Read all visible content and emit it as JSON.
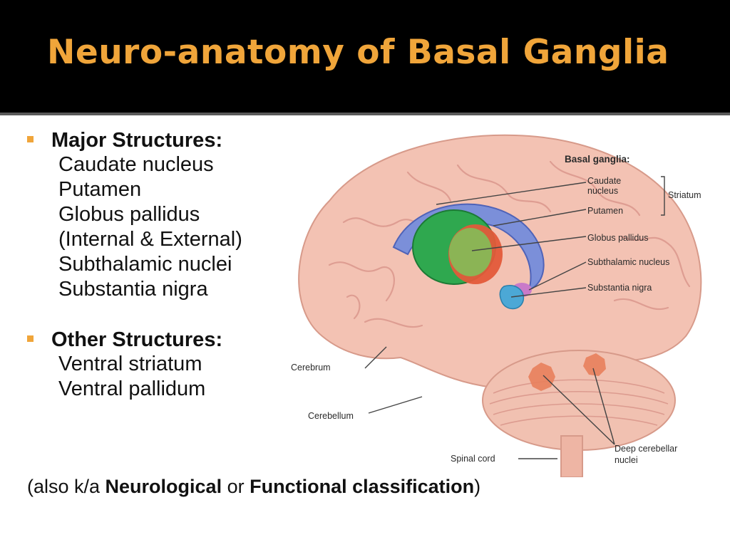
{
  "title": "Neuro-anatomy of Basal Ganglia",
  "sections": [
    {
      "heading": "Major Structures:",
      "items": [
        "Caudate nucleus",
        "Putamen",
        "Globus pallidus",
        "(Internal & External)",
        "Subthalamic nuclei",
        "Substantia nigra"
      ]
    },
    {
      "heading": "Other Structures:",
      "items": [
        "Ventral striatum",
        "Ventral pallidum"
      ]
    }
  ],
  "footnote": {
    "prefix": "(also k/a ",
    "term1": "Neurological",
    "middle": " or ",
    "term2": "Functional classification",
    "suffix": ")"
  },
  "diagram_labels": {
    "heading": "Basal ganglia:",
    "caudate": [
      "Caudate",
      "nucleus"
    ],
    "striatum": "Striatum",
    "putamen": "Putamen",
    "globus": "Globus pallidus",
    "subthalamic": "Subthalamic nucleus",
    "nigra": "Substantia nigra",
    "cerebrum": "Cerebrum",
    "cerebellum": "Cerebellum",
    "spinal": "Spinal cord",
    "deep": [
      "Deep cerebellar",
      "nuclei"
    ]
  },
  "colors": {
    "accent": "#f0a53a",
    "brain": "#f3c2b3",
    "caudate": "#7b8fd9",
    "putamen": "#2fa84f",
    "globus": "#e35a3a",
    "nuclei": "#e8805c"
  }
}
